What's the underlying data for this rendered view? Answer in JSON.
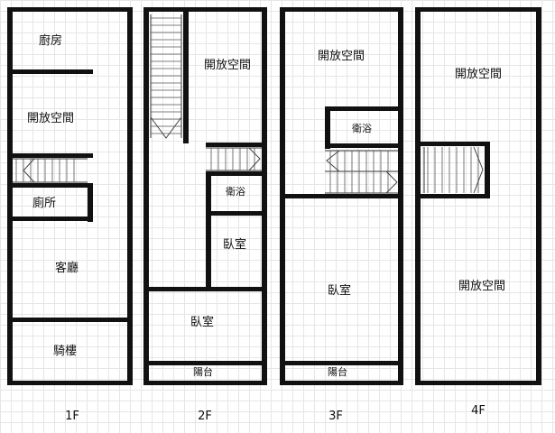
{
  "floors": [
    {
      "label": "1F",
      "rooms": [
        "廚房",
        "開放空間",
        "廁所",
        "客廳",
        "騎樓"
      ]
    },
    {
      "label": "2F",
      "rooms": [
        "開放空間",
        "衛浴",
        "臥室",
        "臥室",
        "陽台"
      ]
    },
    {
      "label": "3F",
      "rooms": [
        "開放空間",
        "衛浴",
        "臥室",
        "陽台"
      ]
    },
    {
      "label": "4F",
      "rooms": [
        "開放空間",
        "開放空間"
      ]
    }
  ],
  "colors": {
    "wall": "#111111",
    "grid": "#e6e6e6",
    "background": "#ffffff"
  }
}
